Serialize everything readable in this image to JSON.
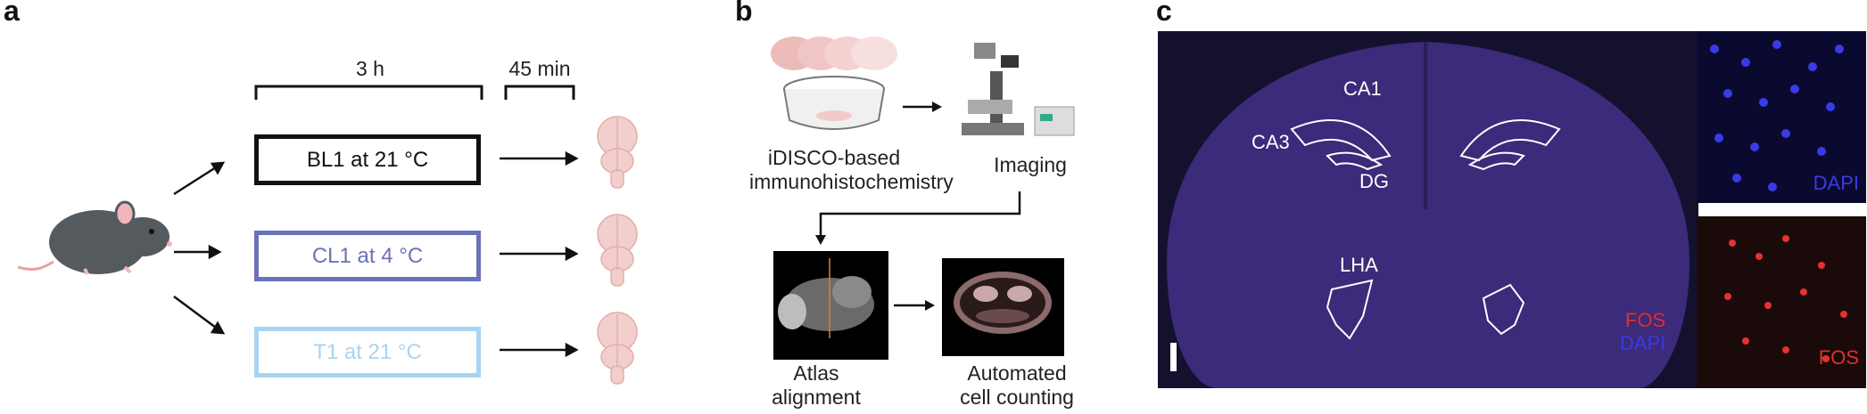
{
  "panel_a": {
    "letter": "a",
    "duration_long": "3 h",
    "duration_short": "45 min",
    "conditions": [
      {
        "label": "BL1 at 21 °C",
        "color": "#111111"
      },
      {
        "label": "CL1 at 4 °C",
        "color": "#6a72b8"
      },
      {
        "label": "T1 at 21 °C",
        "color": "#a8d4f2"
      }
    ]
  },
  "panel_b": {
    "letter": "b",
    "step_immuno_line1": "iDISCO-based",
    "step_immuno_line2": "immunohistochemistry",
    "step_imaging": "Imaging",
    "step_atlas_line1": "Atlas",
    "step_atlas_line2": "alignment",
    "step_count_line1": "Automated",
    "step_count_line2": "cell counting"
  },
  "panel_c": {
    "letter": "c",
    "regions": {
      "ca1": "CA1",
      "ca3": "CA3",
      "dg": "DG",
      "lha": "LHA"
    },
    "main_channels": {
      "fos": "FOS",
      "dapi": "DAPI"
    },
    "inset_top_label": "DAPI",
    "inset_bottom_label": "FOS",
    "colors": {
      "fos": "#e0302a",
      "dapi": "#3a3ae0",
      "background": "#14112e"
    }
  }
}
